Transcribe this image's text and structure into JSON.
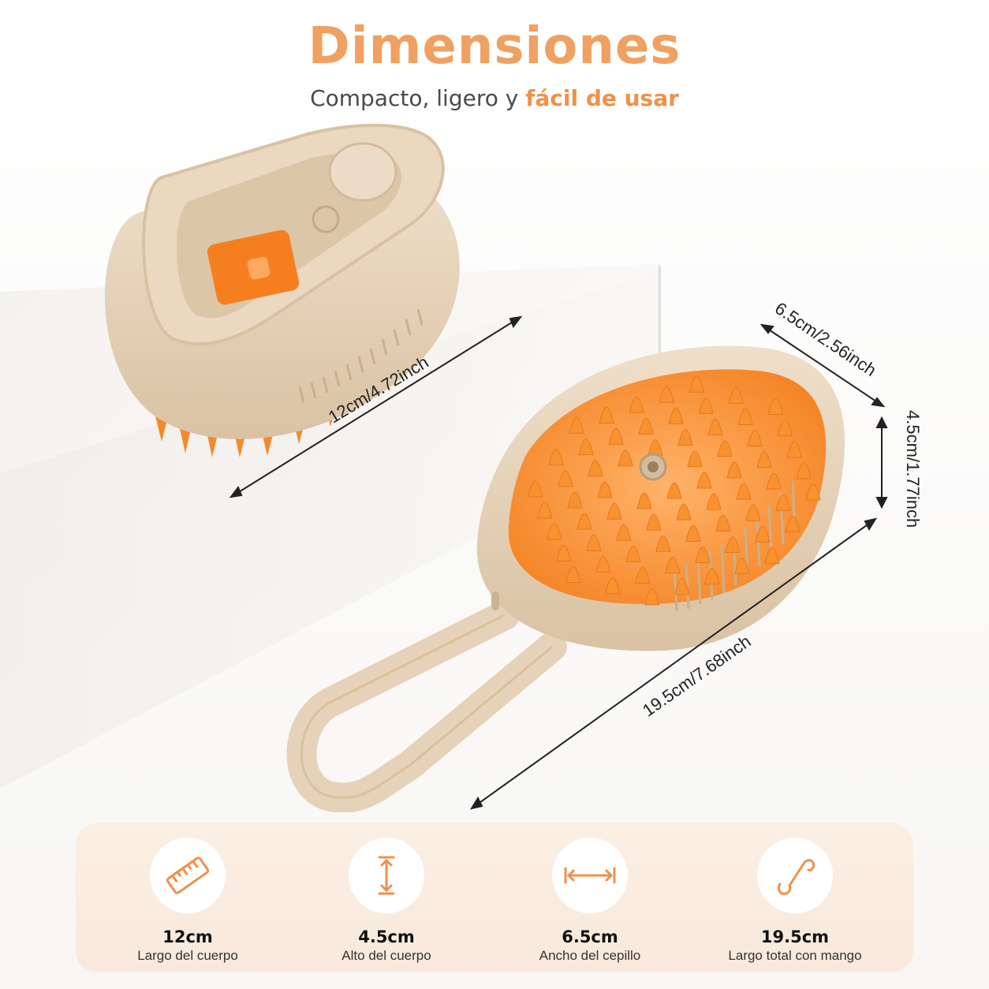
{
  "header": {
    "title": "Dimensiones",
    "subtitle_plain": "Compacto, ligero y",
    "subtitle_highlight": "fácil de usar"
  },
  "dimensions": {
    "length": "12cm/4.72inch",
    "width": "6.5cm/2.56inch",
    "height": "4.5cm/1.77inch",
    "total": "19.5cm/7.68inch"
  },
  "features": [
    {
      "icon": "ruler-icon",
      "value": "12cm",
      "label": "Largo del cuerpo"
    },
    {
      "icon": "vertical-arrow-icon",
      "value": "4.5cm",
      "label": "Alto del cuerpo"
    },
    {
      "icon": "horizontal-arrow-icon",
      "value": "6.5cm",
      "label": "Ancho del cepillo"
    },
    {
      "icon": "hook-icon",
      "value": "19.5cm",
      "label": "Largo total con mango"
    }
  ],
  "colors": {
    "accent": "#f0904a",
    "beige": "#e6d2b8",
    "bristle": "#f5892e",
    "panel": "#fbeee3"
  }
}
